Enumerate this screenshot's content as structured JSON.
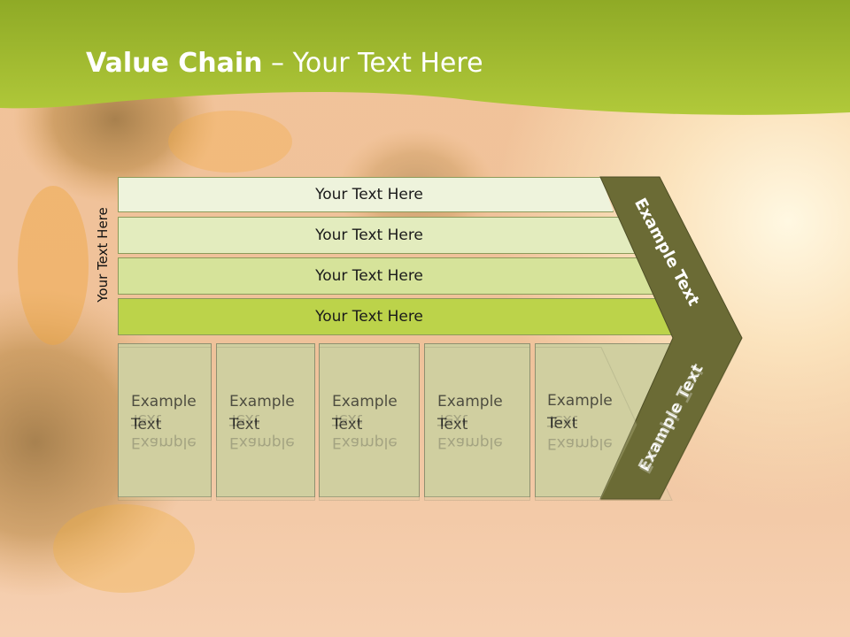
{
  "title": {
    "bold": "Value Chain",
    "rest": " – Your Text Here"
  },
  "side_label": "Your Text Here",
  "rows": [
    {
      "label": "Your Text Here"
    },
    {
      "label": "Your Text Here"
    },
    {
      "label": "Your Text Here"
    },
    {
      "label": "Your Text Here"
    }
  ],
  "boxes": [
    {
      "label": "Example\nText"
    },
    {
      "label": "Example\nText"
    },
    {
      "label": "Example\nText"
    },
    {
      "label": "Example\nText"
    },
    {
      "label": "Example\nText"
    }
  ],
  "chevron": {
    "upper_label": "Example Text",
    "lower_label": "Example Text"
  },
  "colors": {
    "header_green": "#a3bd2e",
    "row_1": "#eef3dc",
    "row_2": "#e3ecbe",
    "row_3": "#d6e39a",
    "row_4": "#bcd34a",
    "box_fill": "#d0cfa0",
    "chevron": "#6b6b35"
  }
}
